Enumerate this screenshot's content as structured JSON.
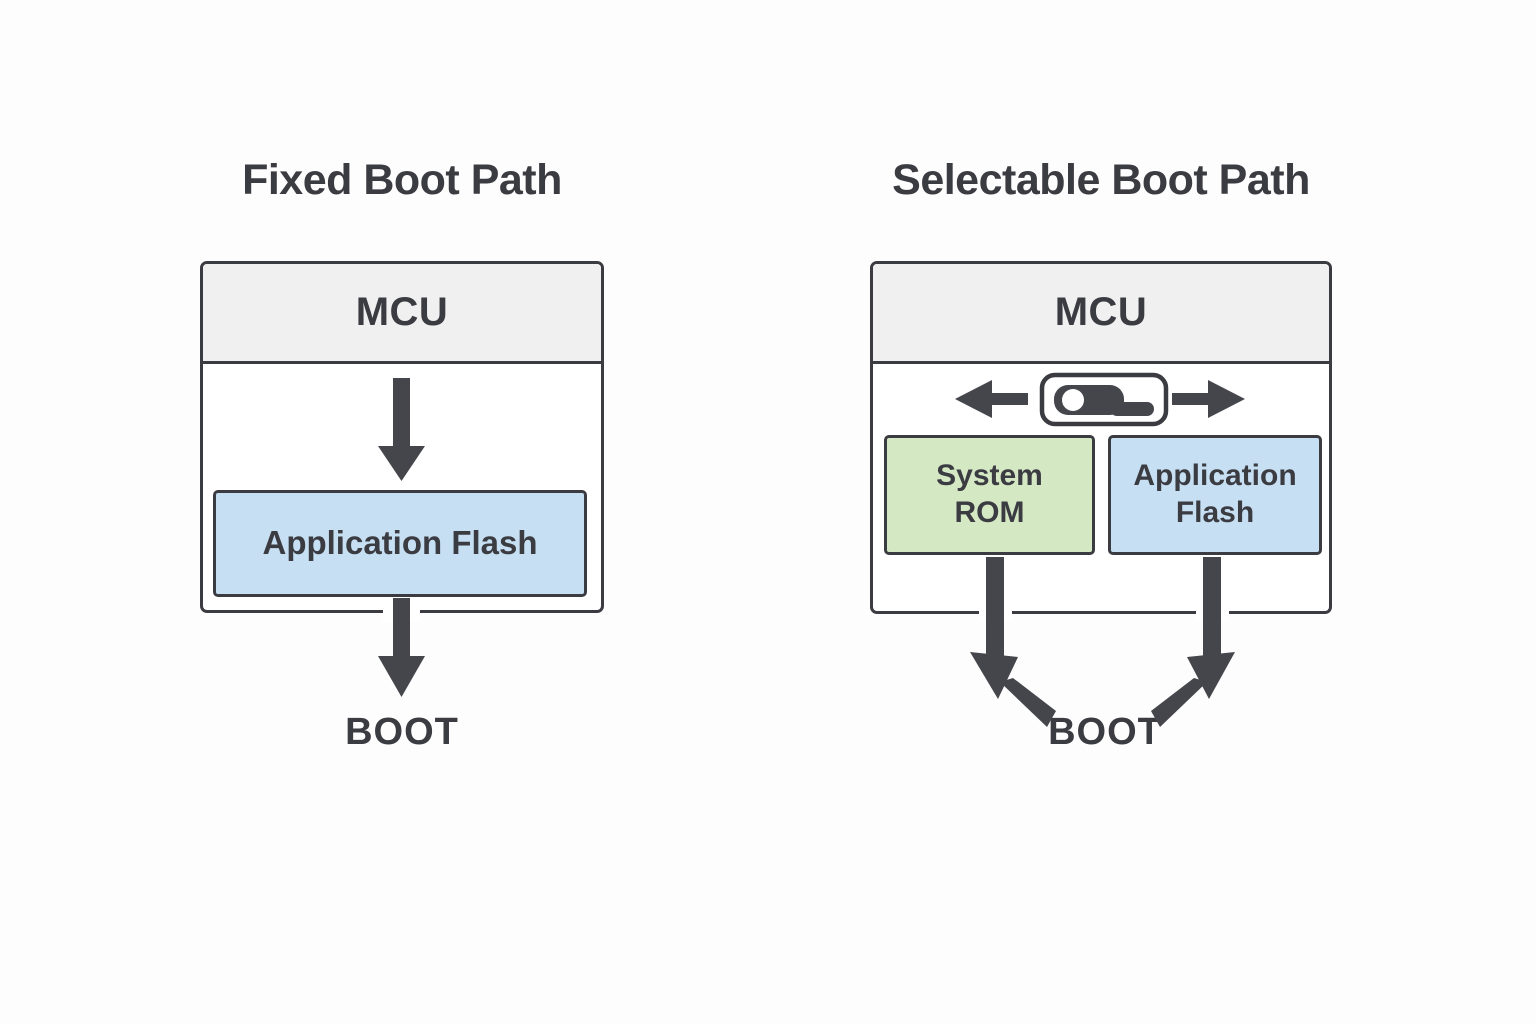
{
  "left_panel": {
    "title": "Fixed Boot Path",
    "mcu_label": "MCU",
    "application_flash_label": "Application Flash",
    "boot_label": "BOOT"
  },
  "right_panel": {
    "title": "Selectable Boot Path",
    "mcu_label": "MCU",
    "system_rom_label": "System ROM",
    "application_flash_label": "Application Flash",
    "boot_label": "BOOT"
  },
  "icons": {
    "toggle_switch": "boot-select-toggle-switch",
    "left_arrow": "arrow-left",
    "right_arrow": "arrow-right",
    "down_arrow": "arrow-down"
  },
  "colors": {
    "outline": "#3b3b42",
    "arrow": "#45454c",
    "text": "#3b3b42",
    "mcu_header_fill": "#f0f0f1",
    "flash_fill": "#c6dff2",
    "rom_fill": "#d5e8c4",
    "background": "#fdfdfd"
  }
}
